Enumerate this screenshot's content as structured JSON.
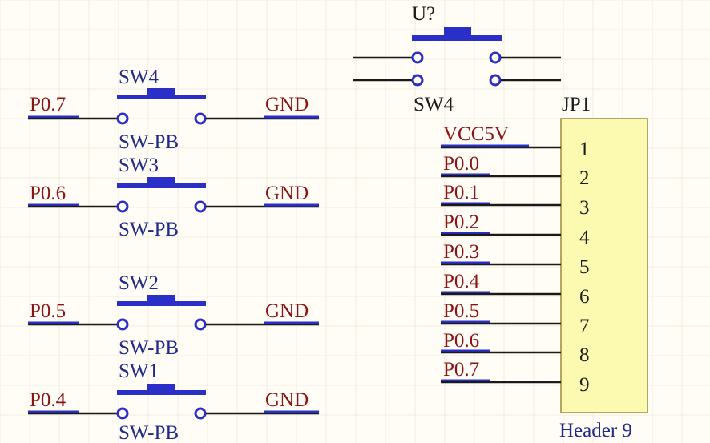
{
  "switches": [
    {
      "designator": "SW4",
      "value": "SW-PB",
      "left_net": "P0.7",
      "right_net": "GND"
    },
    {
      "designator": "SW3",
      "value": "SW-PB",
      "left_net": "P0.6",
      "right_net": "GND"
    },
    {
      "designator": "SW2",
      "value": "SW-PB",
      "left_net": "P0.5",
      "right_net": "GND"
    },
    {
      "designator": "SW1",
      "value": "SW-PB",
      "left_net": "P0.4",
      "right_net": "GND"
    }
  ],
  "unplaced_switch": {
    "designator": "U?",
    "value": "SW4"
  },
  "header": {
    "designator": "JP1",
    "value": "Header 9",
    "pins": [
      {
        "number": "1",
        "net": "VCC5V"
      },
      {
        "number": "2",
        "net": "P0.0"
      },
      {
        "number": "3",
        "net": "P0.1"
      },
      {
        "number": "4",
        "net": "P0.2"
      },
      {
        "number": "5",
        "net": "P0.3"
      },
      {
        "number": "6",
        "net": "P0.4"
      },
      {
        "number": "7",
        "net": "P0.5"
      },
      {
        "number": "8",
        "net": "P0.6"
      },
      {
        "number": "9",
        "net": "P0.7"
      }
    ]
  }
}
